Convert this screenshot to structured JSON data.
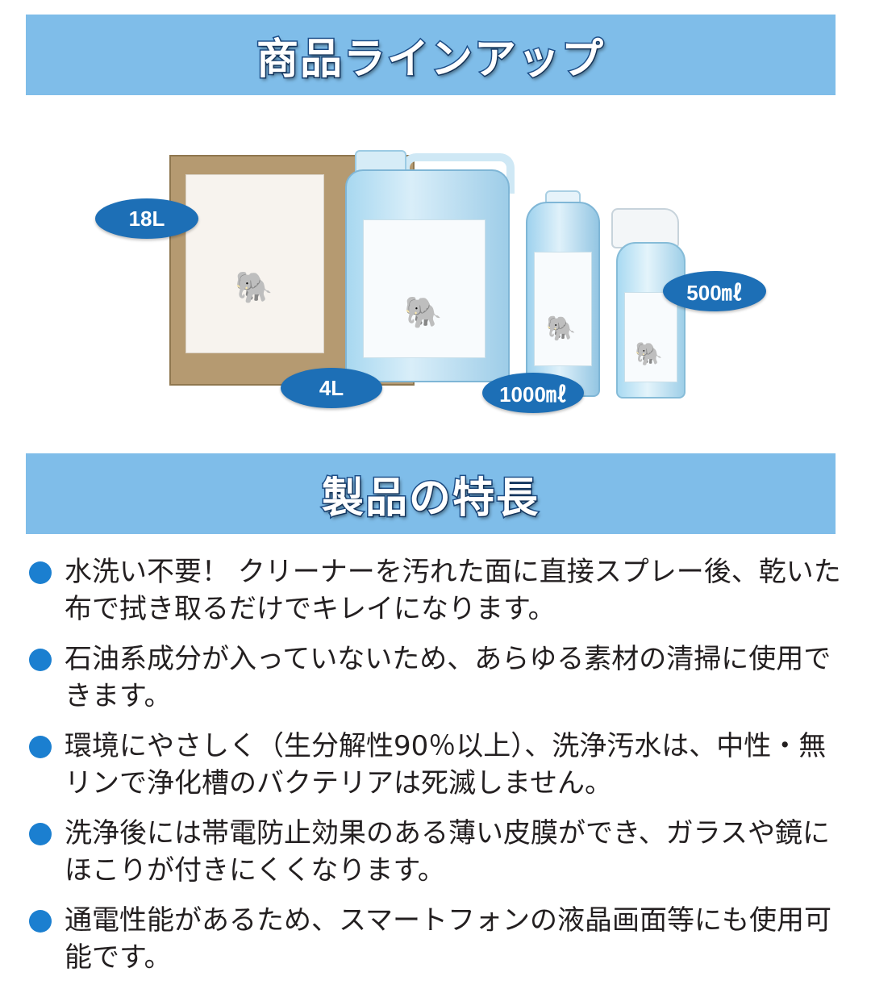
{
  "section_lineup": {
    "title": "商品ラインアップ"
  },
  "products": {
    "sizes": [
      {
        "id": "box",
        "label": "18L"
      },
      {
        "id": "jug",
        "label": "4L"
      },
      {
        "id": "bottle",
        "label": "1000㎖"
      },
      {
        "id": "spray",
        "label": "500㎖"
      }
    ]
  },
  "section_features": {
    "title": "製品の特長"
  },
  "features": [
    "水洗い不要！ クリーナーを汚れた面に直接スプレー後、乾いた布で拭き取るだけでキレイになります。",
    "石油系成分が入っていないため、あらゆる素材の清掃に使用できます。",
    "環境にやさしく（生分解性90％以上）、洗浄汚水は、中性・無リンで浄化槽のバクテリアは死滅しません。",
    "洗浄後には帯電防止効果のある薄い皮膜ができ、ガラスや鏡にほこりが付きにくくなります。",
    "通電性能があるため、スマートフォンの液晶画面等にも使用可能です。"
  ],
  "colors": {
    "banner": "#7fbde9",
    "badge": "#1d6fb6",
    "bullet": "#1b7fd0"
  }
}
